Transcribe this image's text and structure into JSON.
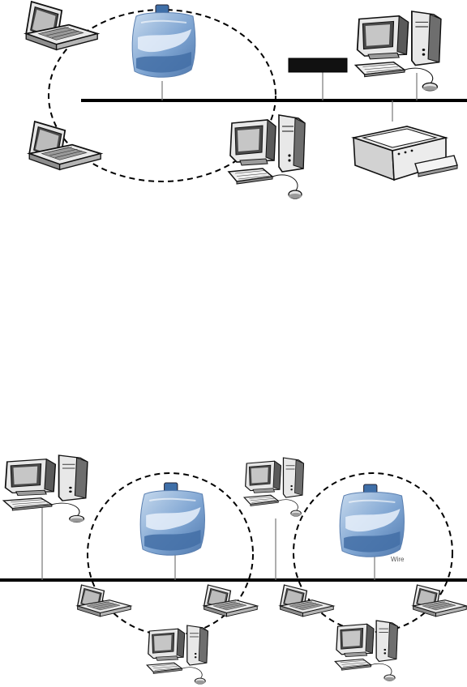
{
  "diagram": {
    "colors": {
      "line": "#000000",
      "outline": "#111111",
      "device_face": "#e9e9e9",
      "device_shadow": "#8a8a8a",
      "screen_dark": "#3f3f3f",
      "screen_light": "#cfcfcf",
      "access_point": "#6f98c9",
      "access_point_light": "#b9d0ea",
      "background": "#ffffff"
    },
    "top_network": {
      "devices": [
        "laptop",
        "access-point",
        "laptop",
        "desktop-computer",
        "bridge-unit",
        "desktop-computer",
        "printer"
      ]
    },
    "bottom_network": {
      "devices": [
        "desktop-computer",
        "access-point",
        "access-point",
        "desktop-computer",
        "laptop",
        "laptop",
        "laptop",
        "laptop",
        "desktop-computer",
        "desktop-computer"
      ],
      "ap_label": "Wire"
    }
  }
}
